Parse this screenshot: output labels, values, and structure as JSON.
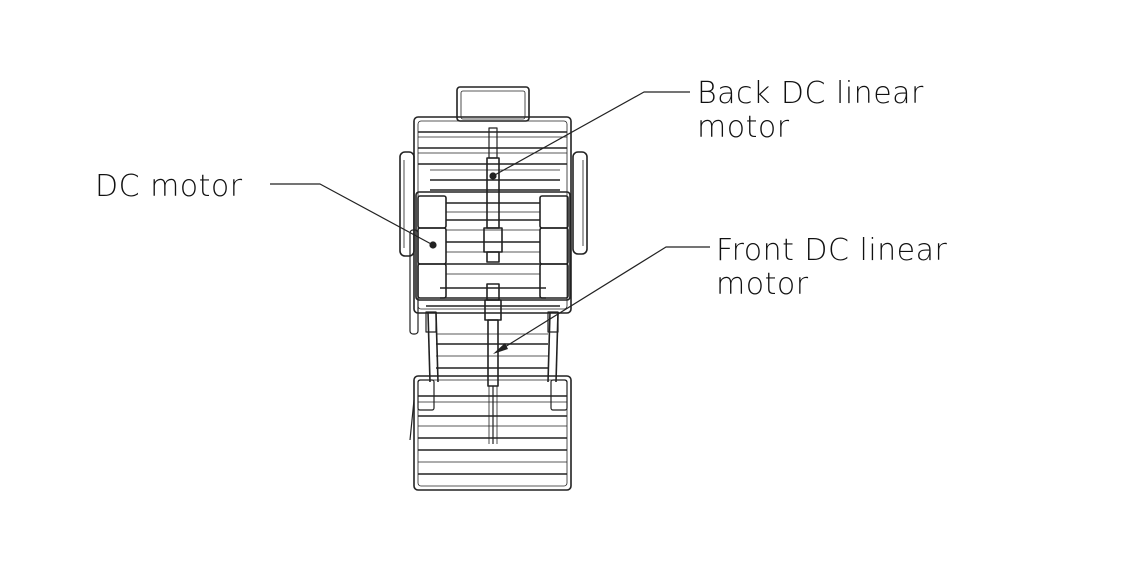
{
  "labels": {
    "dc_motor": "DC motor",
    "back_linear": [
      "Back DC linear",
      "motor"
    ],
    "front_linear": [
      "Front DC linear",
      "motor"
    ]
  },
  "colors": {
    "stroke": "#222222",
    "background": "#ffffff"
  }
}
